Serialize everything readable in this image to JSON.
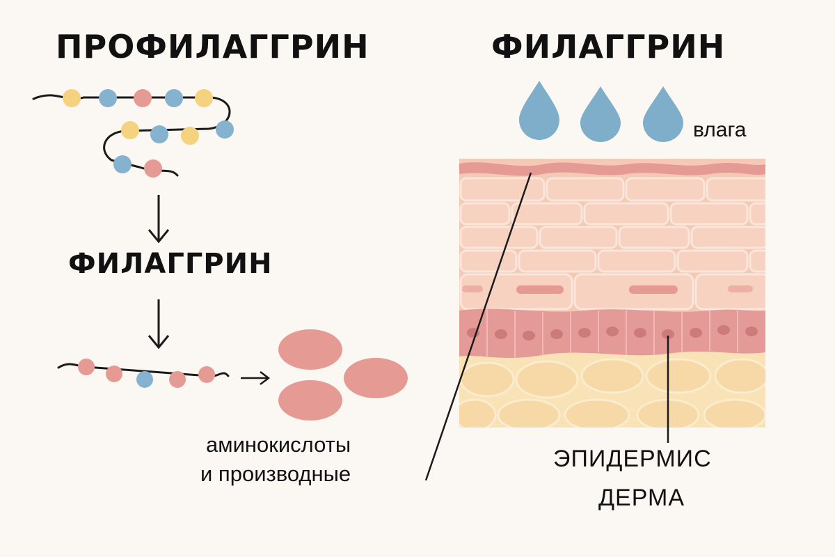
{
  "labels": {
    "profilaggrin_title": "ПРОФИЛАГГРИН",
    "filaggrin_title_right": "ФИЛАГГРИН",
    "filaggrin_title_middle": "ФИЛАГГРИН",
    "moisture": "влага",
    "amino_line1": "аминокислоты",
    "amino_line2": "и производные",
    "epidermis": "ЭПИДЕРМИС",
    "dermis": "ДЕРМА"
  },
  "colors": {
    "bead_yellow": "#f4d27f",
    "bead_blue": "#85b2cf",
    "bead_pink": "#e59a93",
    "droplet": "#7faecb",
    "stratum_corneum": "#f4c9b5",
    "cell_line": "#f9e3d6",
    "basal_layer": "#e49b98",
    "dermis": "#f8e2b6"
  },
  "icons": {
    "droplet": "water-drop-icon",
    "arrow_down": "arrow-down-icon",
    "arrow_right": "arrow-right-icon"
  }
}
